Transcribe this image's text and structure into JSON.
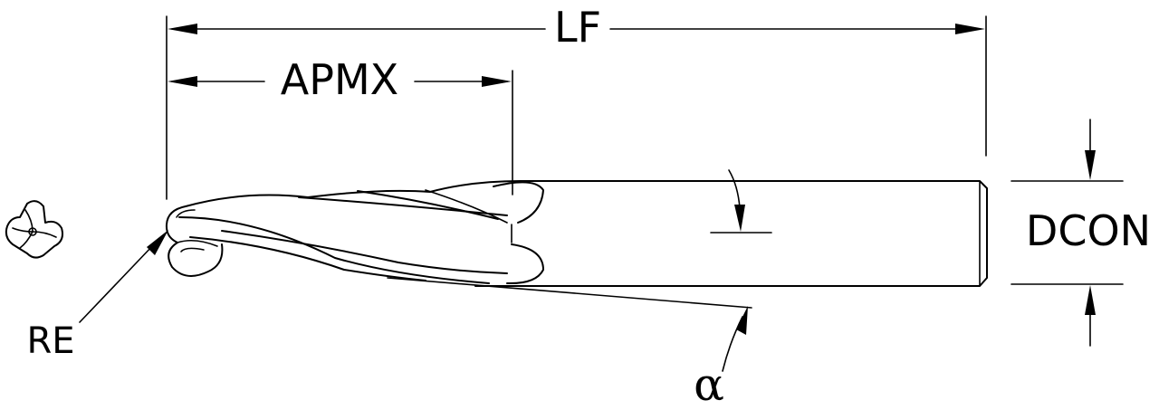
{
  "labels": {
    "lf": "LF",
    "apmx": "APMX",
    "dcon": "DCON",
    "re": "RE",
    "alpha": "α"
  },
  "colors": {
    "line": "#000000",
    "background": "#ffffff"
  }
}
